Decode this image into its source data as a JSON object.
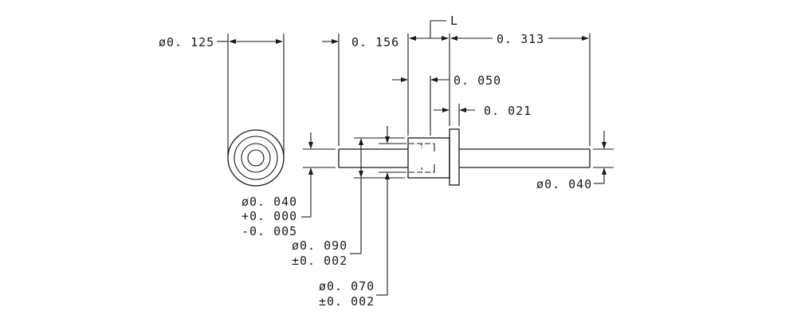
{
  "dimensions": {
    "flange_diameter": "ø0. 125",
    "left_length": "0. 156",
    "label_L": "L",
    "right_length": "0. 313",
    "collar_length": "0. 050",
    "flange_thickness": "0. 021",
    "right_diameter": "ø0. 040",
    "left_diameter": "ø0. 040",
    "left_diameter_tol_plus": "+0. 000",
    "left_diameter_tol_minus": "-0. 005",
    "collar_diameter": "ø0. 090",
    "collar_diameter_tol": "±0. 002",
    "hole_diameter": "ø0. 070",
    "hole_diameter_tol": "±0. 002"
  }
}
